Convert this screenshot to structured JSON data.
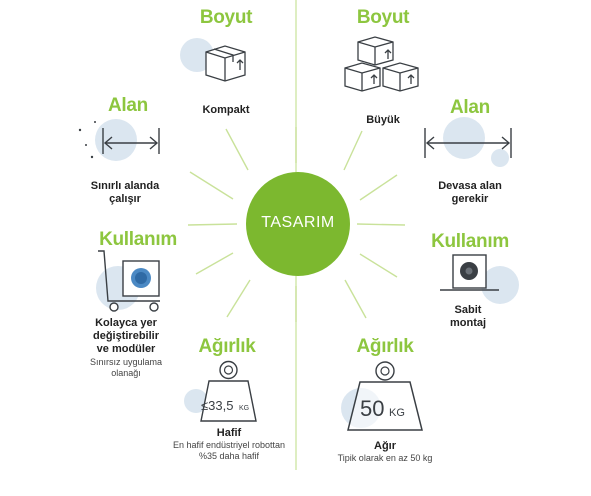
{
  "center": {
    "label": "TASARIM"
  },
  "colors": {
    "accent": "#8dc63f",
    "center_fill": "#7cb82f",
    "ray": "#c9e29a",
    "divider": "#c9e29a",
    "icon_stroke": "#3a3f44",
    "icon_blob": "#dbe6f0"
  },
  "left": [
    {
      "heading": "Boyut",
      "label": "Kompakt",
      "icon": "single-box-icon"
    },
    {
      "heading": "Alan",
      "label": "Sınırlı alanda\nçalışır",
      "icon": "short-span-arrow-icon"
    },
    {
      "heading": "Kullanım",
      "label": "Kolayca yer\ndeğiştirebilir\nve modüler",
      "sub": "Sınırsız uygulama\nolanağı",
      "icon": "robot-cart-icon"
    },
    {
      "heading": "Ağırlık",
      "label": "Hafif",
      "sub": "En hafif endüstriyel robottan\n%35 daha hafif",
      "icon": "small-weight-icon",
      "icon_text": "≤33,5",
      "icon_unit": "KG"
    }
  ],
  "right": [
    {
      "heading": "Boyut",
      "label": "Büyük",
      "icon": "stacked-boxes-icon"
    },
    {
      "heading": "Alan",
      "label": "Devasa alan\ngerekir",
      "icon": "wide-span-arrow-icon"
    },
    {
      "heading": "Kullanım",
      "label": "Sabit\nmontaj",
      "icon": "fixed-mount-icon"
    },
    {
      "heading": "Ağırlık",
      "label": "Ağır",
      "sub": "Tipik olarak en az 50 kg",
      "icon": "large-weight-icon",
      "icon_text": "50",
      "icon_unit": "KG"
    }
  ]
}
